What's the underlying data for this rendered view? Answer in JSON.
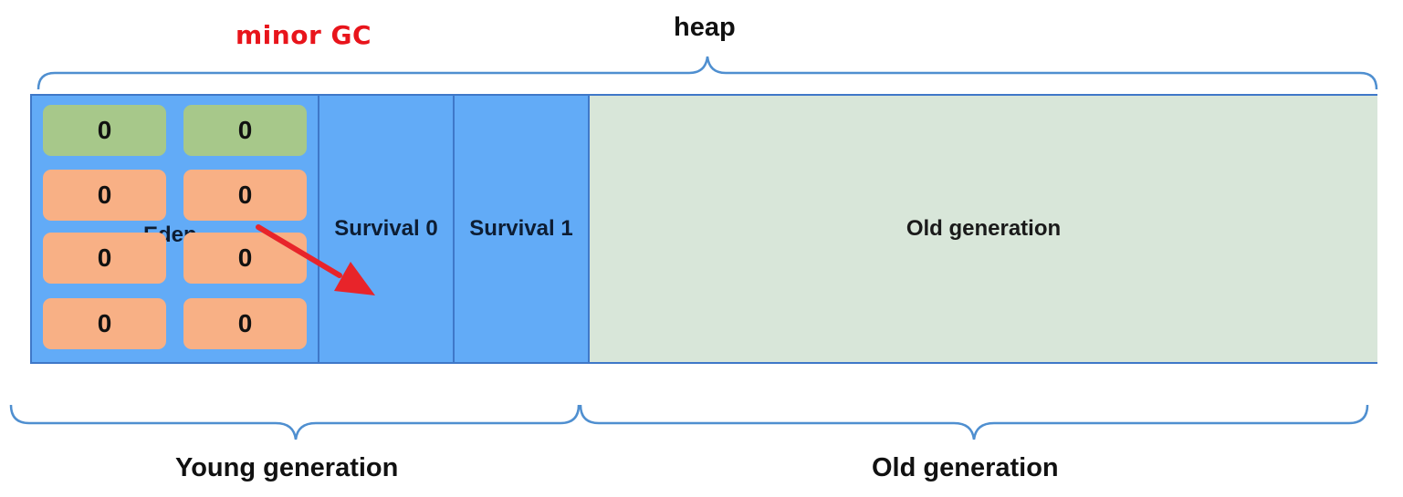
{
  "annotations": {
    "minor_gc": "minor GC",
    "heap": "heap",
    "young_generation": "Young generation",
    "old_generation_bottom": "Old generation"
  },
  "regions": {
    "eden": "Eden",
    "survivor0": "Survival 0",
    "survivor1": "Survival 1",
    "old_generation": "Old generation"
  },
  "eden_cells": [
    {
      "value": "0",
      "color": "green"
    },
    {
      "value": "0",
      "color": "green"
    },
    {
      "value": "0",
      "color": "orange"
    },
    {
      "value": "0",
      "color": "orange"
    },
    {
      "value": "0",
      "color": "orange"
    },
    {
      "value": "0",
      "color": "orange"
    },
    {
      "value": "0",
      "color": "orange"
    },
    {
      "value": "0",
      "color": "orange"
    }
  ],
  "colors": {
    "young_fill": "#62abf7",
    "old_fill": "#d8e6d9",
    "border": "#3f78c8",
    "cell_green": "#a7c88a",
    "cell_orange": "#f8b085",
    "arrow": "#e8242a",
    "minor_gc_text": "#e8141b",
    "brace": "#4f8fd0"
  }
}
